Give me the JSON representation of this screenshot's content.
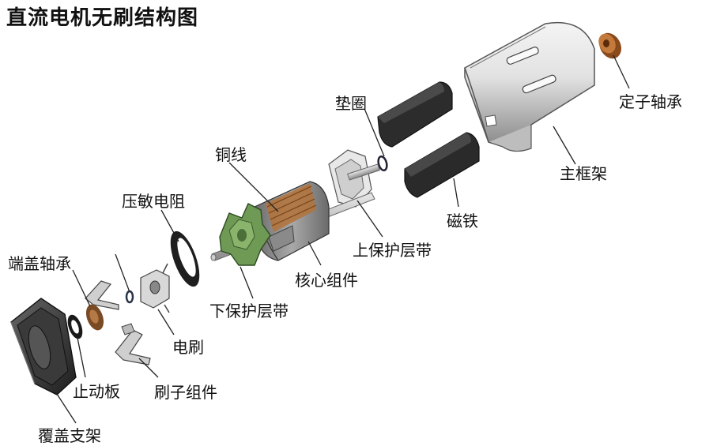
{
  "title": "直流电机无刷结构图",
  "labels": {
    "bearing_stator": "定子轴承",
    "main_frame": "主框架",
    "washer": "垫圈",
    "magnet": "磁铁",
    "copper_wire": "铜线",
    "upper_guard": "上保护层带",
    "core_assembly": "核心组件",
    "varistor": "压敏电阻",
    "lower_guard": "下保护层带",
    "end_cap_bearing": "端盖轴承",
    "brush": "电刷",
    "brush_assembly": "刷子组件",
    "stop_plate": "止动板",
    "cover_bracket": "覆盖支架"
  },
  "colors": {
    "leader": "#222222",
    "green_guard": "#6f9a55",
    "copper": "#b86a2e",
    "magnet_dark": "#2a2a2a",
    "metal_gray": "#9a9a9a"
  }
}
